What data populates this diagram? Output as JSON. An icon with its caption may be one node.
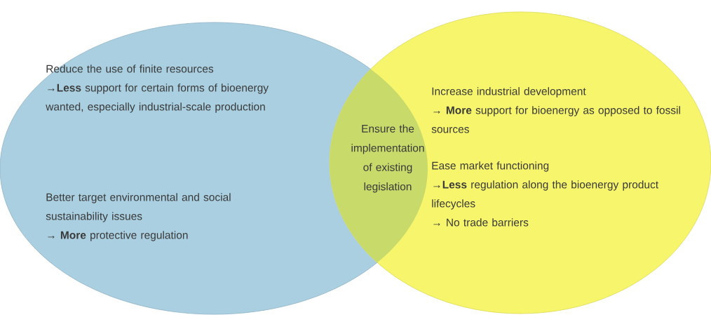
{
  "diagram": {
    "nodes": [
      {
        "text": [
          "Reduce the use of finite resources",
          "→**Less** support for certain forms of bioenergy wanted, especially industrial-scale production",
          "Better target environmental and social sustainability issues",
          "→ **More**  protective regulation"
        ]
      },
      {
        "text": [
          "Ensure the implementation of existing legislation"
        ]
      },
      {
        "text": [
          "Increase industrial development",
          "→ **More** support for bioenergy as opposed to fossil sources",
          "Ease market functioning",
          "→**Less** regulation along the bioenergy product lifecycles",
          "→ No trade barriers"
        ]
      }
    ]
  }
}
